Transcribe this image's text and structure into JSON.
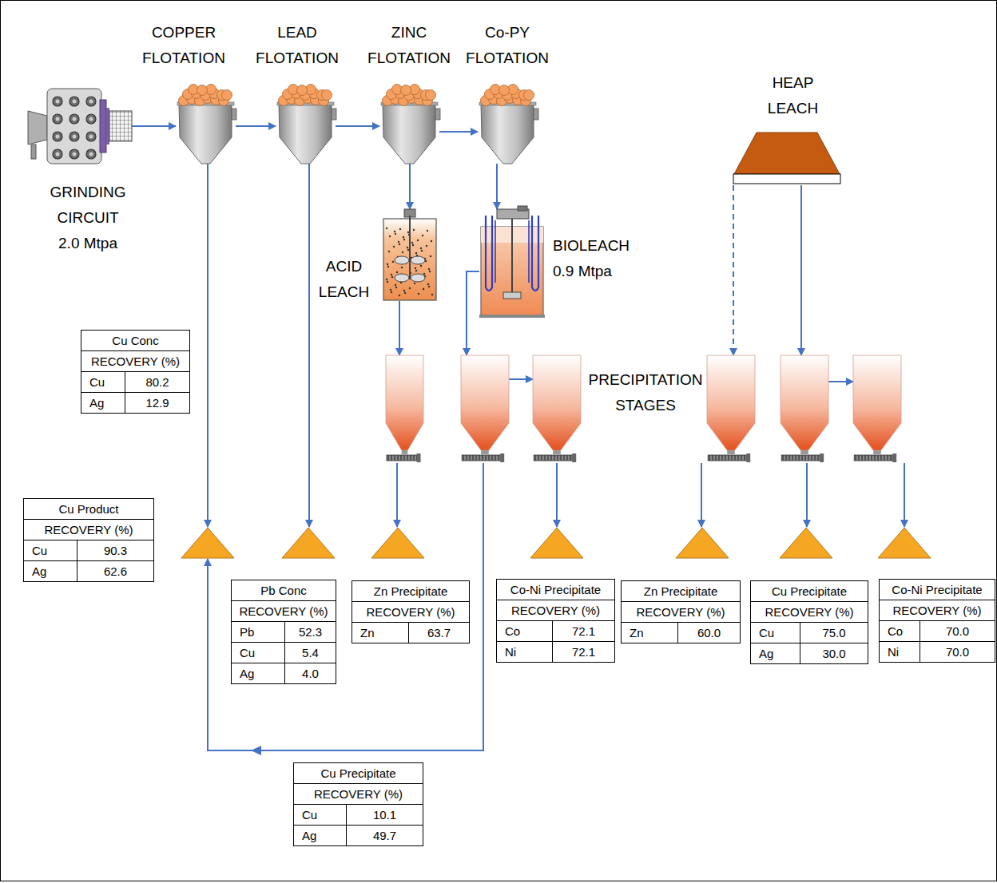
{
  "diagram": {
    "nodes": [
      {
        "text": [
          "GRINDING CIRCUIT",
          "2.0 Mtpa"
        ]
      },
      {
        "text": [
          "COPPER FLOTATION"
        ]
      },
      {
        "text": [
          "LEAD FLOTATION"
        ]
      },
      {
        "text": [
          "ZINC FLOTATION"
        ]
      },
      {
        "text": [
          "Co-PY FLOTATION"
        ]
      },
      {
        "text": [
          "HEAP LEACH"
        ]
      },
      {
        "text": [
          "ACID LEACH"
        ]
      },
      {
        "text": [
          "BIOLEACH",
          "0.9 Mtpa"
        ]
      },
      {
        "text": []
      },
      {
        "text": []
      },
      {
        "text": []
      },
      {
        "text": []
      },
      {
        "text": []
      },
      {
        "text": []
      },
      {
        "text": []
      },
      {
        "text": []
      },
      {
        "text": []
      },
      {
        "text": []
      },
      {
        "text": []
      },
      {
        "text": []
      },
      {
        "text": []
      },
      {
        "text": [
          "Cu Conc",
          "RECOVERY (%)",
          "Cu",
          "80.2",
          "Ag",
          "12.9"
        ]
      },
      {
        "text": [
          "Cu Product",
          "RECOVERY (%)",
          "Cu",
          "90.3",
          "Ag",
          "62.6"
        ]
      },
      {
        "text": [
          "Pb Conc",
          "RECOVERY (%)",
          "Pb",
          "52.3",
          "Cu",
          "5.4",
          "Ag",
          "4.0"
        ]
      },
      {
        "text": [
          "Zn Precipitate",
          "RECOVERY (%)",
          "Zn",
          "63.7"
        ]
      },
      {
        "text": [
          "Co-Ni Precipitate",
          "RECOVERY (%)",
          "Co",
          "72.1",
          "Ni",
          "72.1"
        ]
      },
      {
        "text": [
          "Zn Precipitate",
          "RECOVERY (%)",
          "Zn",
          "60.0"
        ]
      },
      {
        "text": [
          "Cu Precipitate",
          "RECOVERY (%)",
          "Cu",
          "75.0",
          "Ag",
          "30.0"
        ]
      },
      {
        "text": [
          "Co-Ni Precipitate",
          "RECOVERY (%)",
          "Co",
          "70.0",
          "Ni",
          "70.0"
        ]
      },
      {
        "text": [
          "Cu Precipitate",
          "RECOVERY (%)",
          "Cu",
          "10.1",
          "Ag",
          "49.7"
        ]
      }
    ],
    "edges": [
      {
        "from": 0,
        "to": 1,
        "arrow": "to"
      },
      {
        "from": 1,
        "to": 2,
        "arrow": "to"
      },
      {
        "from": 2,
        "to": 3,
        "arrow": "to"
      },
      {
        "from": 3,
        "to": 4,
        "arrow": "to"
      },
      {
        "from": 1,
        "to": 14,
        "arrow": "to"
      },
      {
        "from": 2,
        "to": 15,
        "arrow": "to"
      },
      {
        "from": 3,
        "to": 6,
        "arrow": "to"
      },
      {
        "from": 4,
        "to": 7,
        "arrow": "to"
      },
      {
        "from": 6,
        "to": 8,
        "arrow": "to"
      },
      {
        "from": 7,
        "to": 9,
        "arrow": "to"
      },
      {
        "from": 9,
        "to": 10,
        "arrow": "to"
      },
      {
        "from": 8,
        "to": 16,
        "arrow": "to"
      },
      {
        "from": 10,
        "to": 17,
        "arrow": "to"
      },
      {
        "from": 9,
        "to": 14,
        "arrow": "to"
      },
      {
        "from": 5,
        "to": 11,
        "arrow": "to"
      },
      {
        "from": 5,
        "to": 12,
        "arrow": "to"
      },
      {
        "from": 12,
        "to": 13,
        "arrow": "to"
      },
      {
        "from": 11,
        "to": 18,
        "arrow": "to"
      },
      {
        "from": 12,
        "to": 19,
        "arrow": "to"
      },
      {
        "from": 13,
        "to": 20,
        "arrow": "to"
      }
    ],
    "labels": [
      "PRECIPITATION STAGES"
    ]
  }
}
